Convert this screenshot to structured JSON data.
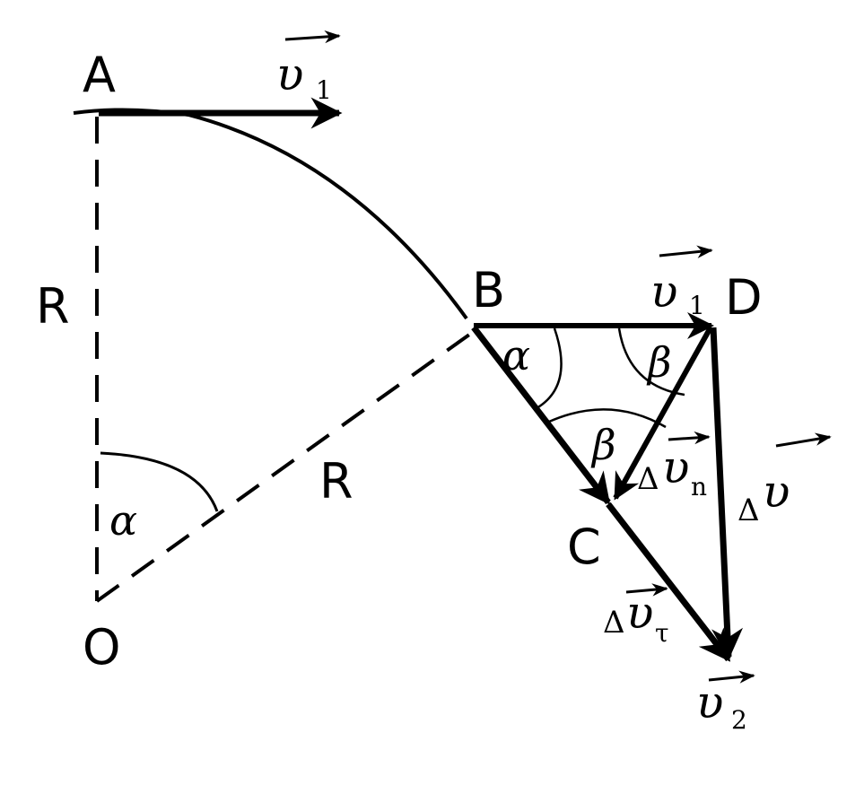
{
  "colors": {
    "ink": "#000000",
    "background": "#ffffff"
  },
  "points": {
    "a": "A",
    "b": "B",
    "c": "C",
    "d": "D",
    "o": "O"
  },
  "lengths": {
    "r_vertical": "R",
    "r_diagonal": "R"
  },
  "angles": {
    "alpha_center": "α",
    "alpha_at_b": "α",
    "beta_at_d": "β",
    "beta_at_c": "β"
  },
  "vectors": {
    "v1_top": {
      "symbol": "υ",
      "subscript": "1"
    },
    "v1_bd": {
      "symbol": "υ",
      "subscript": "1"
    },
    "delta_v": {
      "delta": "Δ",
      "symbol": "υ"
    },
    "delta_v_n": {
      "delta": "Δ",
      "symbol": "υ",
      "subscript": "n"
    },
    "delta_v_tau": {
      "delta": "Δ",
      "symbol": "υ",
      "subscript": "τ"
    },
    "v2": {
      "symbol": "υ",
      "subscript": "2"
    }
  }
}
